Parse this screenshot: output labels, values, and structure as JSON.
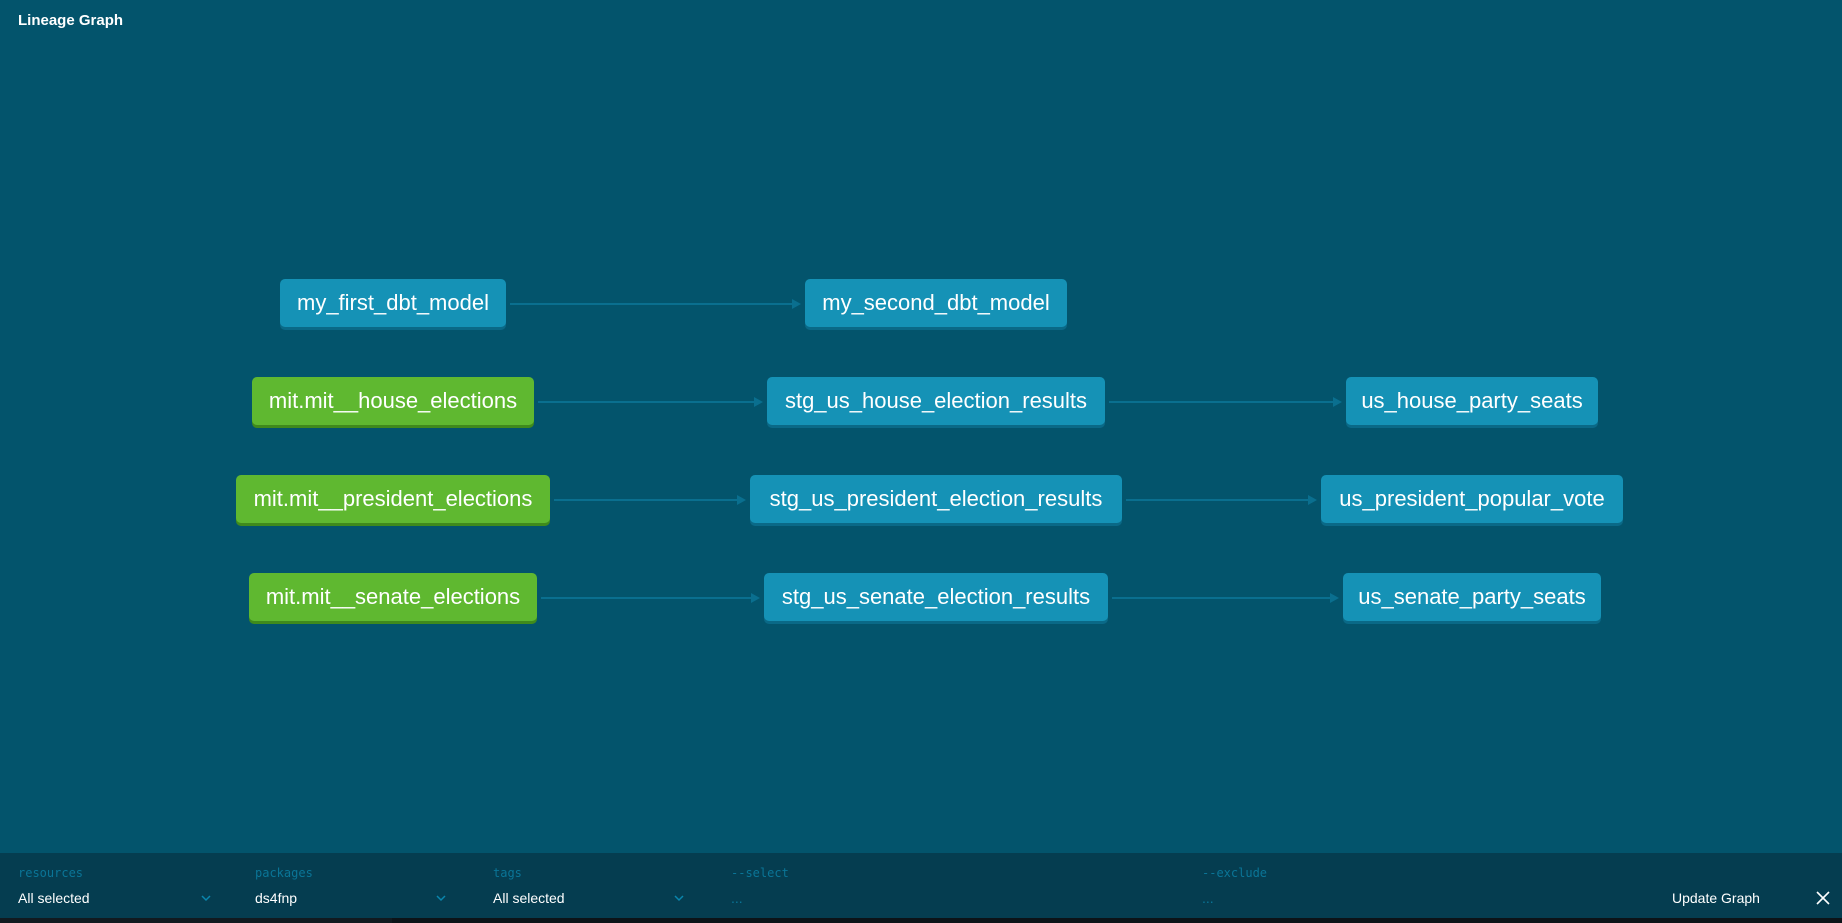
{
  "header": {
    "title": "Lineage Graph"
  },
  "colors": {
    "background": "#03546c",
    "model_node": "#1592b6",
    "source_node": "#5fb830",
    "edge": "#0a6f8f",
    "filter_bar": "#053d50"
  },
  "graph": {
    "nodes": [
      {
        "id": "n1",
        "label": "my_first_dbt_model",
        "kind": "model"
      },
      {
        "id": "n2",
        "label": "my_second_dbt_model",
        "kind": "model"
      },
      {
        "id": "n3",
        "label": "mit.mit__house_elections",
        "kind": "source"
      },
      {
        "id": "n4",
        "label": "stg_us_house_election_results",
        "kind": "model"
      },
      {
        "id": "n5",
        "label": "us_house_party_seats",
        "kind": "model"
      },
      {
        "id": "n6",
        "label": "mit.mit__president_elections",
        "kind": "source"
      },
      {
        "id": "n7",
        "label": "stg_us_president_election_results",
        "kind": "model"
      },
      {
        "id": "n8",
        "label": "us_president_popular_vote",
        "kind": "model"
      },
      {
        "id": "n9",
        "label": "mit.mit__senate_elections",
        "kind": "source"
      },
      {
        "id": "n10",
        "label": "stg_us_senate_election_results",
        "kind": "model"
      },
      {
        "id": "n11",
        "label": "us_senate_party_seats",
        "kind": "model"
      }
    ],
    "edges": [
      {
        "from": "n1",
        "to": "n2"
      },
      {
        "from": "n3",
        "to": "n4"
      },
      {
        "from": "n4",
        "to": "n5"
      },
      {
        "from": "n6",
        "to": "n7"
      },
      {
        "from": "n7",
        "to": "n8"
      },
      {
        "from": "n9",
        "to": "n10"
      },
      {
        "from": "n10",
        "to": "n11"
      }
    ]
  },
  "filters": {
    "resources": {
      "label": "resources",
      "value": "All selected"
    },
    "packages": {
      "label": "packages",
      "value": "ds4fnp"
    },
    "tags": {
      "label": "tags",
      "value": "All selected"
    },
    "select": {
      "label": "--select",
      "placeholder": "..."
    },
    "exclude": {
      "label": "--exclude",
      "placeholder": "..."
    },
    "update_label": "Update Graph",
    "close_icon": "close-icon",
    "chevron_icon": "chevron-down-icon"
  }
}
